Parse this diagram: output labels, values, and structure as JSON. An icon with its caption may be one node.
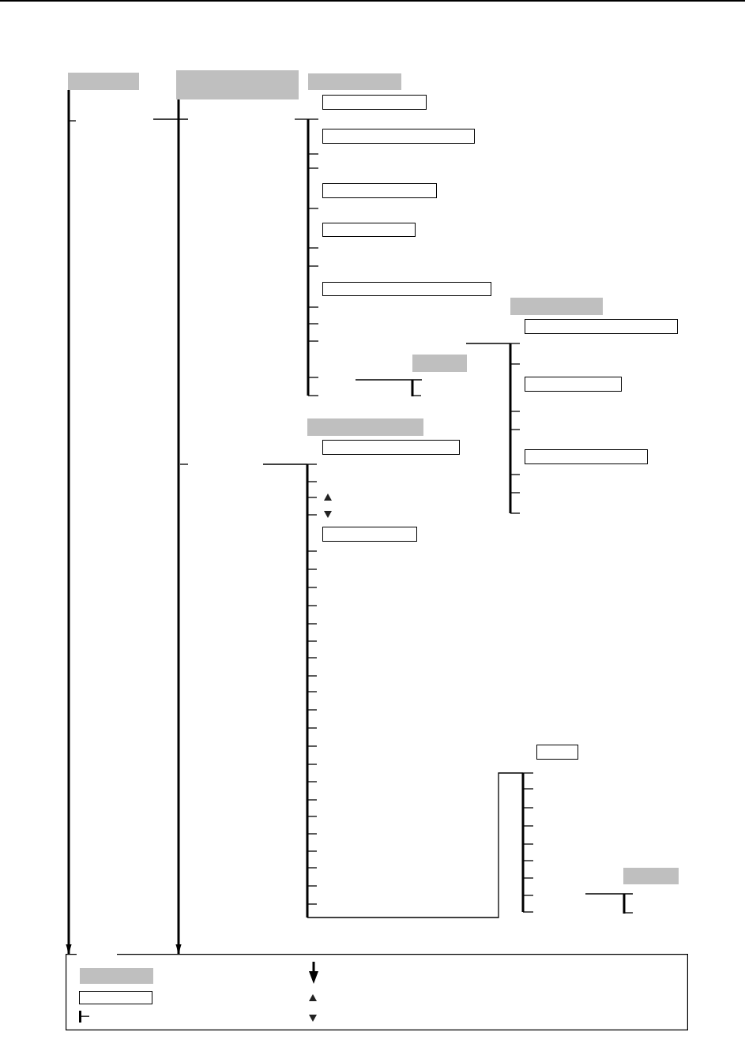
{
  "diagram": {
    "nodes": [
      {
        "text": [],
        "shape": "box"
      },
      {
        "text": [],
        "shape": "box"
      },
      {
        "text": [],
        "shape": "box"
      },
      {
        "text": [],
        "shape": "box"
      },
      {
        "text": [],
        "shape": "box"
      },
      {
        "text": [],
        "shape": "box"
      },
      {
        "text": [],
        "shape": "box"
      },
      {
        "text": [],
        "shape": "box"
      },
      {
        "text": [],
        "shape": "box"
      },
      {
        "text": [],
        "shape": "box"
      },
      {
        "text": [],
        "shape": "box"
      },
      {
        "text": [],
        "shape": "box"
      },
      {
        "text": [],
        "shape": "box"
      },
      {
        "text": [],
        "shape": "box"
      },
      {
        "text": [],
        "shape": "box"
      },
      {
        "text": [],
        "shape": "box"
      },
      {
        "text": [],
        "shape": "box"
      },
      {
        "text": [],
        "shape": "box"
      },
      {
        "text": [],
        "shape": "box"
      },
      {
        "text": [],
        "shape": "box",
        "in": 18
      },
      {
        "text": [],
        "shape": "box",
        "in": 18
      }
    ],
    "edges": [
      {
        "from": 0,
        "to": 18,
        "arrow": "to"
      },
      {
        "from": 1,
        "to": 18,
        "arrow": "to"
      }
    ]
  }
}
